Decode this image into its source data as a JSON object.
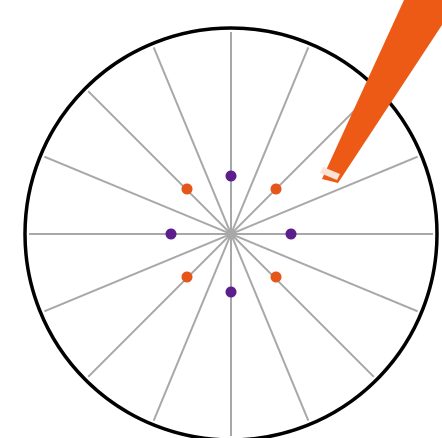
{
  "diagram": {
    "spokes": 16,
    "colors": {
      "circle": "#000000",
      "spoke": "#a8a8a8",
      "dot_purple": "#5b1e8c",
      "dot_orange": "#e5561b",
      "pencil_body": "#ec5a16",
      "pencil_band": "#fbe3d6"
    },
    "dots": [
      {
        "name": "dot-top",
        "color": "purple"
      },
      {
        "name": "dot-bottom",
        "color": "purple"
      },
      {
        "name": "dot-left",
        "color": "purple"
      },
      {
        "name": "dot-right",
        "color": "purple"
      },
      {
        "name": "dot-upper-left",
        "color": "orange"
      },
      {
        "name": "dot-upper-right",
        "color": "orange"
      },
      {
        "name": "dot-lower-left",
        "color": "orange"
      },
      {
        "name": "dot-lower-right",
        "color": "orange"
      }
    ],
    "icons": {
      "pencil": "pencil-icon"
    }
  }
}
